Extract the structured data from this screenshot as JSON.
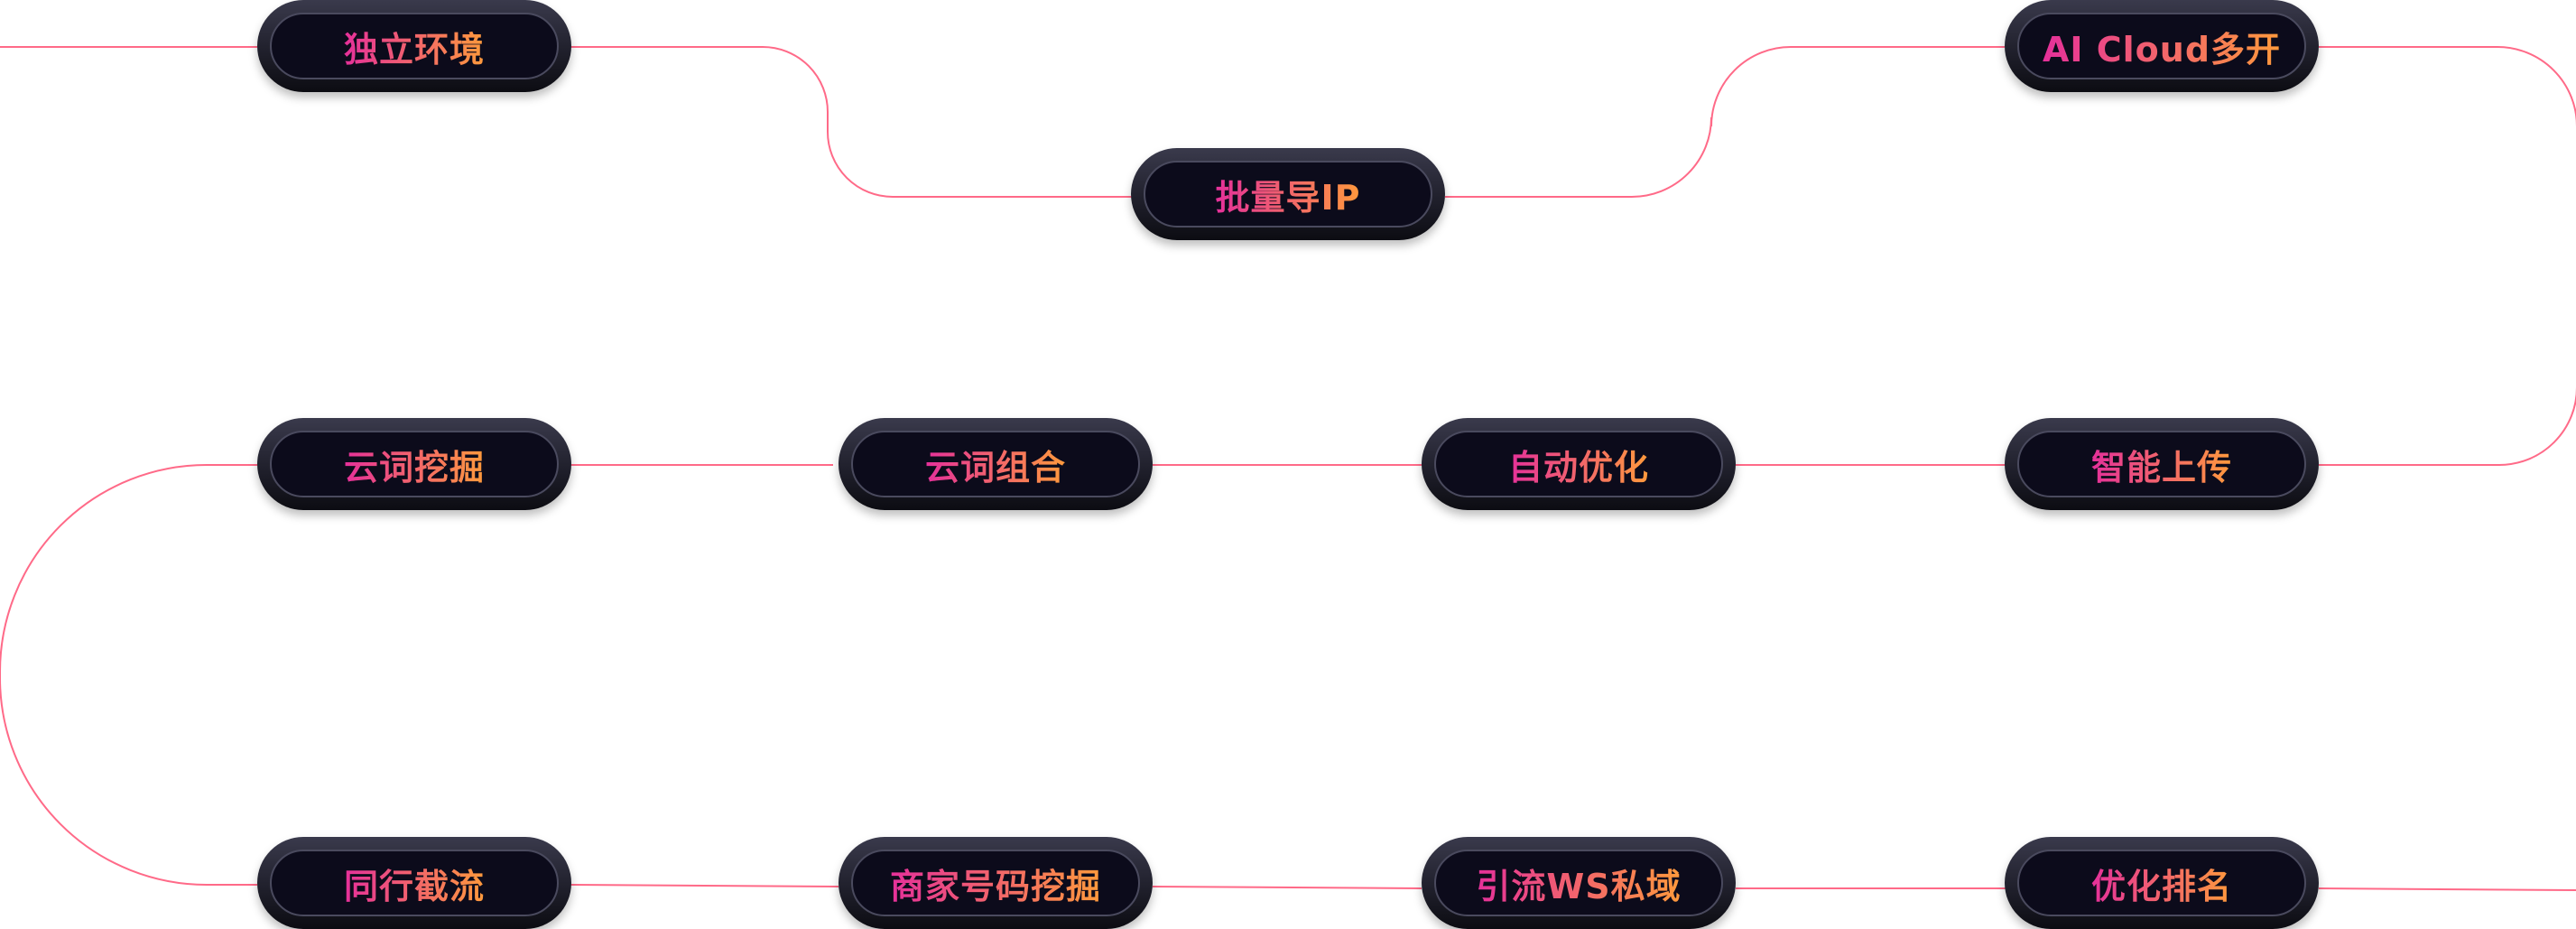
{
  "colors": {
    "connector": "#ff6a88",
    "node_outer": "#2a2a38",
    "node_inner": "#0c0b1b",
    "label_gradient_start": "#e5309a",
    "label_gradient_end": "#ff9a3c"
  },
  "nodes": [
    {
      "id": "n1",
      "label": "独立环境"
    },
    {
      "id": "n2",
      "label": "批量导IP"
    },
    {
      "id": "n3",
      "label": "AI Cloud多开"
    },
    {
      "id": "n4",
      "label": "云词挖掘"
    },
    {
      "id": "n5",
      "label": "云词组合"
    },
    {
      "id": "n6",
      "label": "自动优化"
    },
    {
      "id": "n7",
      "label": "智能上传"
    },
    {
      "id": "n8",
      "label": "同行截流"
    },
    {
      "id": "n9",
      "label": "商家号码挖掘"
    },
    {
      "id": "n10",
      "label": "引流WS私域"
    },
    {
      "id": "n11",
      "label": "优化排名"
    }
  ],
  "flow_order": [
    "n1",
    "n2",
    "n3",
    "n7",
    "n6",
    "n5",
    "n4",
    "n8",
    "n9",
    "n10",
    "n11"
  ]
}
